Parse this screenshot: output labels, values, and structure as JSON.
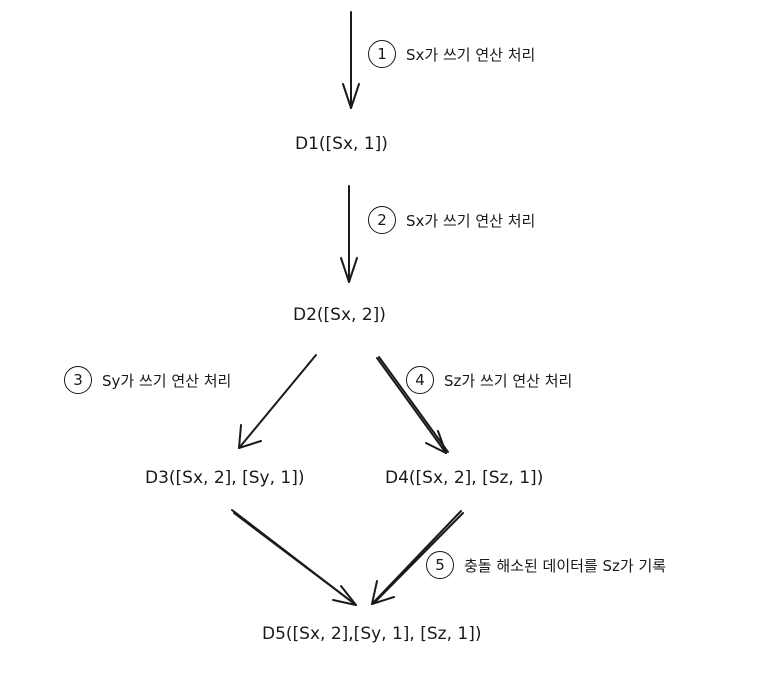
{
  "nodes": {
    "d1": "D1([Sx, 1])",
    "d2": "D2([Sx, 2])",
    "d3": "D3([Sx, 2], [Sy, 1])",
    "d4": "D4([Sx, 2], [Sz, 1])",
    "d5": "D5([Sx, 2],[Sy, 1], [Sz, 1])"
  },
  "steps": [
    {
      "num": "1",
      "text": "Sx가 쓰기 연산 처리"
    },
    {
      "num": "2",
      "text": "Sx가 쓰기 연산 처리"
    },
    {
      "num": "3",
      "text": "Sy가 쓰기 연산 처리"
    },
    {
      "num": "4",
      "text": "Sz가 쓰기 연산 처리"
    },
    {
      "num": "5",
      "text": "충돌 해소된 데이터를 Sz가 기록"
    }
  ]
}
